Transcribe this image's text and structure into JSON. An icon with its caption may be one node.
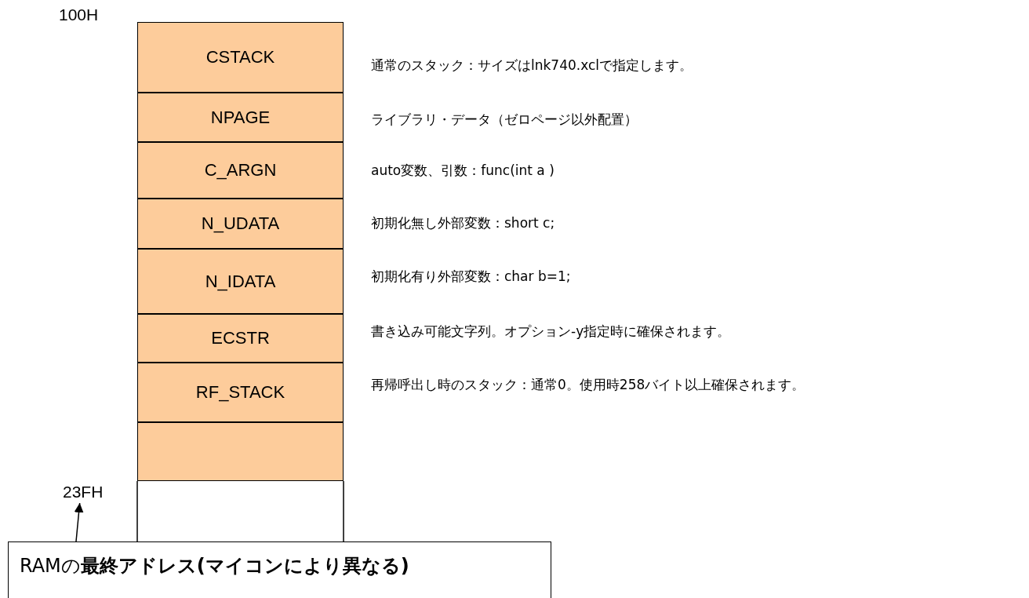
{
  "diagram": {
    "nodes": [
      {
        "text": [
          "CSTACK"
        ],
        "beside": [
          "通常のスタック：サイズはlnk740.xclで指定します。"
        ]
      },
      {
        "text": [
          "NPAGE"
        ],
        "beside": [
          "ライブラリ・データ（ゼロページ以外配置）"
        ]
      },
      {
        "text": [
          "C_ARGN"
        ],
        "beside": [
          "auto変数、引数：func(int a )"
        ]
      },
      {
        "text": [
          "N_UDATA"
        ],
        "beside": [
          "初期化無し外部変数：short c;"
        ]
      },
      {
        "text": [
          "N_IDATA"
        ],
        "beside": [
          "初期化有り外部変数：char b=1;"
        ]
      },
      {
        "text": [
          "ECSTR"
        ],
        "beside": [
          "書き込み可能文字列。オプション-y指定時に確保されます。"
        ]
      },
      {
        "text": [
          "RF_STACK"
        ],
        "beside": [
          "再帰呼出し時のスタック：通常0。使用時258バイト以上確保されます。"
        ]
      },
      {
        "text": [],
        "shape": "box"
      },
      {
        "text": [
          "23FH"
        ]
      },
      {
        "text": [
          "RAMの**最終アドレス(マイコンにより異なる)**"
        ]
      }
    ],
    "edges": [
      {
        "from": 9,
        "to": 8,
        "arrow": "to"
      }
    ],
    "labels": [
      "100H"
    ]
  }
}
